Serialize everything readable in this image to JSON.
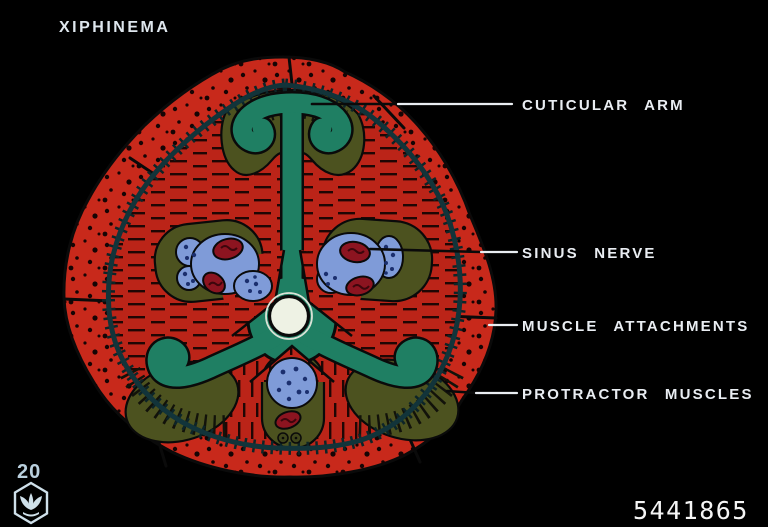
{
  "slide": {
    "title": "XIPHINEMA",
    "slide_number": "20",
    "photo_id": "5441865"
  },
  "figure": {
    "subject": "cross-section of Xiphinema nematode head",
    "annotations": [
      {
        "label": "CUTICULAR ARM"
      },
      {
        "label": "SINUS NERVE"
      },
      {
        "label": "MUSCLE ATTACHMENTS"
      },
      {
        "label": "PROTRACTOR MUSCLES"
      }
    ]
  },
  "icons": {
    "hexagon_logo": "bugwood-plant-emblem-icon"
  },
  "colors": {
    "background": "#000000",
    "cuticle_red": "#c8291b",
    "muscle_red": "#bb2418",
    "esophagus_teal": "#1f7f63",
    "capsule_olive": "#4c521f",
    "nerve_cell_blue": "#7f9bd8",
    "nucleus_dark_red": "#8c1420",
    "basal_ring_dark": "#12343a",
    "stylet_white": "#eef2e4",
    "label_white": "#e9edf2",
    "slide_number_blue": "#b9cfdd"
  }
}
